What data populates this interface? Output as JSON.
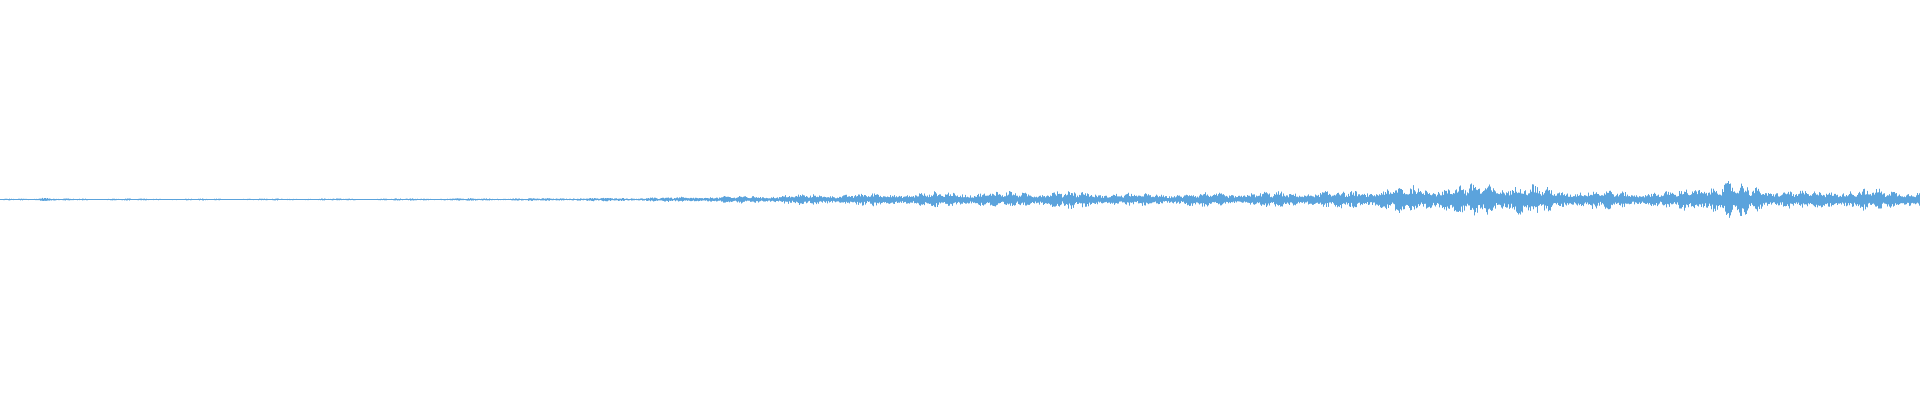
{
  "colors": {
    "background": "#ffffff",
    "waveform": "#5ba3dc"
  },
  "waveform": {
    "envelope": [
      {
        "t": 0.0,
        "amp": 0.004
      },
      {
        "t": 0.02,
        "amp": 0.008
      },
      {
        "t": 0.023,
        "amp": 0.02
      },
      {
        "t": 0.026,
        "amp": 0.006
      },
      {
        "t": 0.12,
        "amp": 0.005
      },
      {
        "t": 0.2,
        "amp": 0.006
      },
      {
        "t": 0.28,
        "amp": 0.008
      },
      {
        "t": 0.34,
        "amp": 0.012
      },
      {
        "t": 0.38,
        "amp": 0.02
      },
      {
        "t": 0.43,
        "amp": 0.032
      },
      {
        "t": 0.5,
        "amp": 0.045
      },
      {
        "t": 0.56,
        "amp": 0.05
      },
      {
        "t": 0.59,
        "amp": 0.035
      },
      {
        "t": 0.64,
        "amp": 0.04
      },
      {
        "t": 0.7,
        "amp": 0.05
      },
      {
        "t": 0.74,
        "amp": 0.08
      },
      {
        "t": 0.79,
        "amp": 0.1
      },
      {
        "t": 0.81,
        "amp": 0.06
      },
      {
        "t": 0.87,
        "amp": 0.045
      },
      {
        "t": 0.885,
        "amp": 0.085
      },
      {
        "t": 0.9,
        "amp": 0.1
      },
      {
        "t": 0.92,
        "amp": 0.07
      },
      {
        "t": 0.94,
        "amp": 0.045
      },
      {
        "t": 0.95,
        "amp": 0.06
      },
      {
        "t": 1.0,
        "amp": 0.06
      }
    ]
  }
}
